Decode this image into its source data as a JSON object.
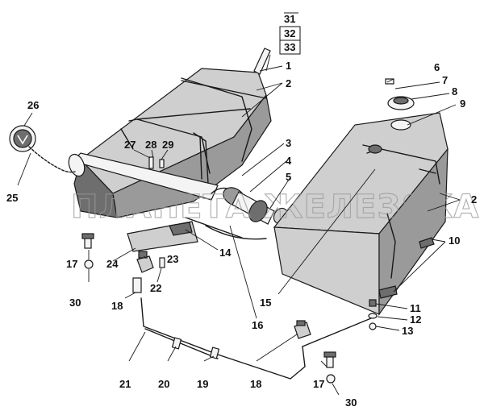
{
  "watermark": "ПЛАНЕТА ЖЕЛЕЗЯКА",
  "callouts": {
    "c1": "1",
    "c2a": "2",
    "c2b": "2",
    "c3": "3",
    "c4": "4",
    "c5": "5",
    "c6": "6",
    "c7": "7",
    "c8": "8",
    "c9": "9",
    "c10": "10",
    "c11": "11",
    "c12": "12",
    "c13": "13",
    "c14": "14",
    "c15": "15",
    "c16": "16",
    "c17a": "17",
    "c17b": "17",
    "c18a": "18",
    "c18b": "18",
    "c19": "19",
    "c20": "20",
    "c21": "21",
    "c22": "22",
    "c23": "23",
    "c24": "24",
    "c25": "25",
    "c26": "26",
    "c27": "27",
    "c28": "28",
    "c29": "29",
    "c30a": "30",
    "c30b": "30",
    "c31": "31",
    "c32": "32",
    "c33": "33"
  }
}
